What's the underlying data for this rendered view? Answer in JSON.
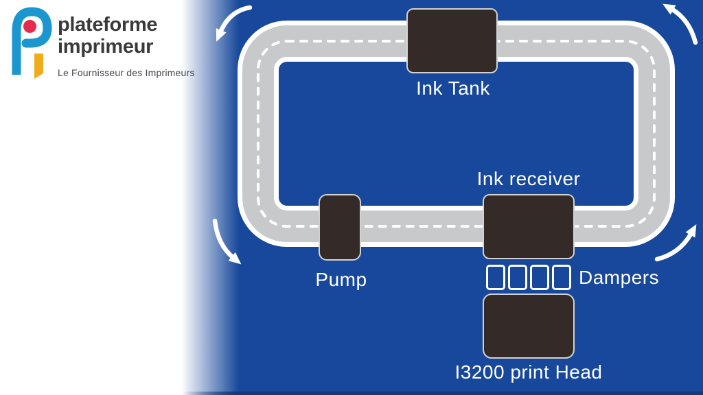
{
  "branding": {
    "title_line1": "plateforme",
    "title_line2": "imprimeur",
    "tagline": "Le Fournisseur des Imprimeurs",
    "logo_colors": {
      "p_blue": "#1b96cf",
      "dot_red": "#e62a4e",
      "bar_yellow": "#f0ad1b",
      "text_dark": "#3a393b"
    }
  },
  "diagram": {
    "type": "ink-circulation-loop",
    "flow_direction": "counterclockwise",
    "colors": {
      "background_blue": "#17489b",
      "track_gray": "#c8c9ca",
      "component_dark": "#342b29",
      "label_white": "#ffffff",
      "bottom_strip_blue": "#123a7e"
    },
    "components": {
      "ink_tank": {
        "label": "Ink Tank"
      },
      "pump": {
        "label": "Pump"
      },
      "ink_receiver": {
        "label": "Ink receiver"
      },
      "dampers": {
        "label": "Dampers",
        "count": 4
      },
      "print_head": {
        "label": "I3200 print Head"
      }
    }
  }
}
